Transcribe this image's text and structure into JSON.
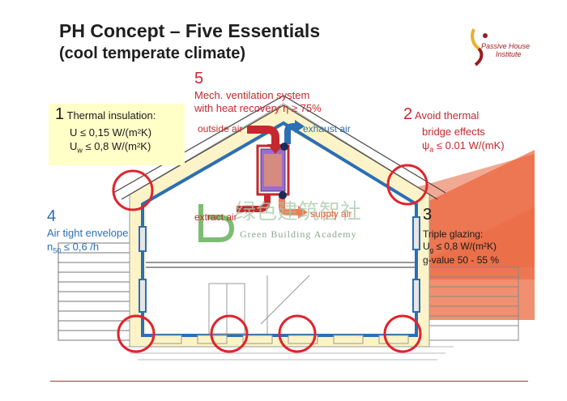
{
  "title": {
    "line1": "PH Concept – Five Essentials",
    "line2": "(cool temperate climate)"
  },
  "logo": {
    "line1": "Passive House",
    "line2": "Institute",
    "icon": "phi-logo-icon"
  },
  "essential1": {
    "number": "1",
    "heading": "Thermal insulation:",
    "line1_prefix": "U ≤ 0,15 W/(m²K)",
    "line2_u": "U",
    "line2_sub": "w",
    "line2_rest": " ≤ 0,8 W/(m²K)"
  },
  "essential2": {
    "number": "2",
    "line1": "Avoid thermal",
    "line2": "bridge effects",
    "line3_psi": "ψ",
    "line3_sub": "a",
    "line3_rest": " ≤ 0.01 W/(mK)"
  },
  "essential3": {
    "number": "3",
    "line1": "Triple glazing:",
    "line2_u": "U",
    "line2_sub": "g",
    "line2_rest": " ≤ 0,8 W/(m²K)",
    "line3": "g-value 50 - 55 %"
  },
  "essential4": {
    "number": "4",
    "line1": "Air tight envelope",
    "line2_n": "n",
    "line2_sub": "50",
    "line2_rest": " ≤ 0,6 /h"
  },
  "essential5": {
    "number": "5",
    "line1": "Mech. ventilation system",
    "line2": "with heat recovery η  ≥ 75%"
  },
  "airflow": {
    "outside": "outside air",
    "exhaust": "exhaust air",
    "extract": "extract air",
    "supply": "supply air"
  },
  "watermark": {
    "text": "Green Building Academy"
  },
  "colors": {
    "red": "#c5282e",
    "blue": "#2b6fb4",
    "orange": "#e8623a",
    "yellow_box": "#ffffc8"
  }
}
